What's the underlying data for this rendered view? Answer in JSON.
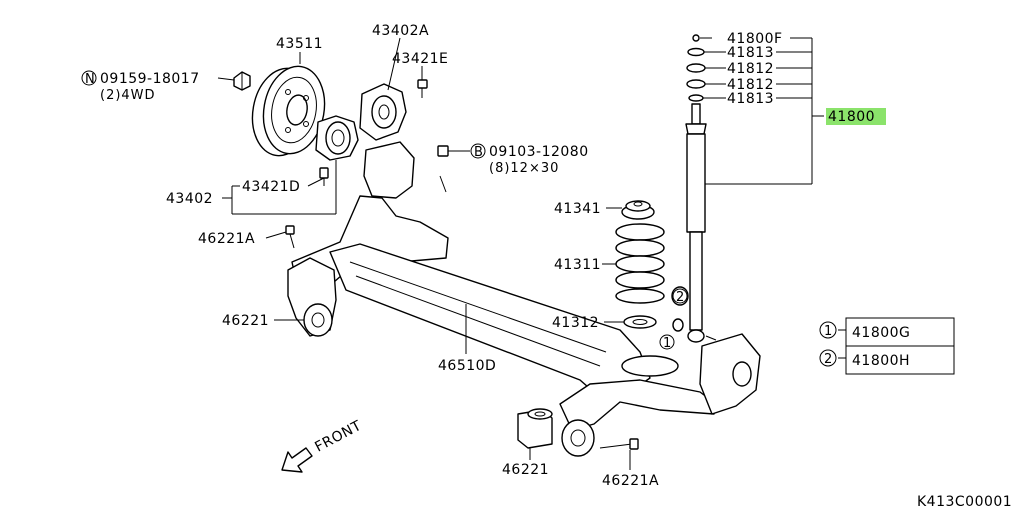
{
  "diagram": {
    "labels": {
      "l43511": "43511",
      "l09159": "09159-18017",
      "l09159_sub": "(2)4WD",
      "l43402A": "43402A",
      "l43421E": "43421E",
      "l09103": "09103-12080",
      "l09103_sub": "(8)12×30",
      "l43402": "43402",
      "l43421D": "43421D",
      "l46221A_top": "46221A",
      "l46221_left": "46221",
      "l46510D": "46510D",
      "l46221_bottom": "46221",
      "l46221A_bottom": "46221A",
      "l41341": "41341",
      "l41311": "41311",
      "l41312": "41312",
      "l41800F": "41800F",
      "l41813_top": "41813",
      "l41812_top": "41812",
      "l41812_bot": "41812",
      "l41813_bot": "41813",
      "l41800": "41800",
      "front": "FRONT",
      "ref_code": "K413C00001"
    },
    "markers": {
      "n": "N",
      "b": "B"
    },
    "legend": [
      {
        "marker": "1",
        "part": "41800G"
      },
      {
        "marker": "2",
        "part": "41800H"
      }
    ],
    "callouts": {
      "c1": "1",
      "c2": "2"
    },
    "highlight_color": "#8be36b"
  }
}
